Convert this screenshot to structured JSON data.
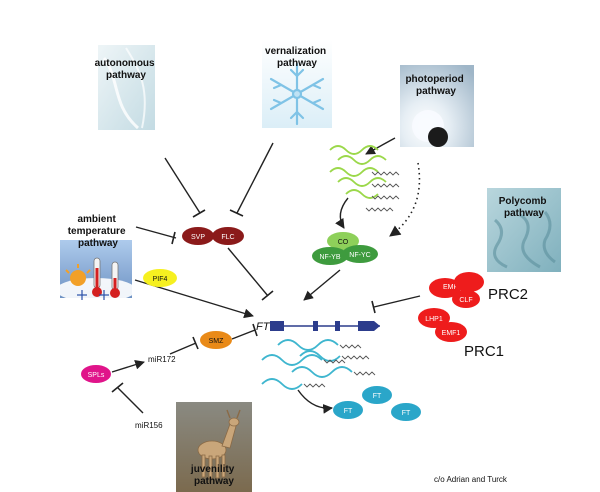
{
  "pathways": {
    "autonomous": "autonomous\npathway",
    "vernalization": "vernalization\npathway",
    "photoperiod": "photoperiod\npathway",
    "polycomb": "Polycomb\npathway",
    "ambient": "ambient\ntemperature\npathway",
    "juvenility": "juvenility\npathway"
  },
  "nodes": {
    "svp": "SVP",
    "flc": "FLC",
    "co": "CO",
    "nfyb": "NF-YB",
    "nfyc": "NF-YC",
    "pif4": "PIF4",
    "smz": "SMZ",
    "spls": "SPLs",
    "emf2": "EMF2",
    "clf": "CLF",
    "lhp1": "LHP1",
    "emf1": "EMF1",
    "ft_gene": "FT",
    "ft1": "FT",
    "ft2": "FT",
    "ft3": "FT"
  },
  "complexes": {
    "prc2": "PRC2",
    "prc1": "PRC1"
  },
  "mirnas": {
    "mir172": "miR172",
    "mir156": "miR156"
  },
  "credit": "c/o Adrian and Turck",
  "colors": {
    "flc_dark_red": "#8b1a1a",
    "co_light_green": "#8ed05a",
    "nfy_green": "#3e9b3e",
    "pif4_yellow": "#f6f020",
    "smz_orange": "#e98a18",
    "spls_magenta": "#e0148a",
    "prc_red": "#ee1c1c",
    "ft_cyan": "#2aa6c9",
    "mrna_green": "#9bd84a",
    "mrna_cyan": "#3fb6cf",
    "gene_navy": "#2c3c8c"
  }
}
